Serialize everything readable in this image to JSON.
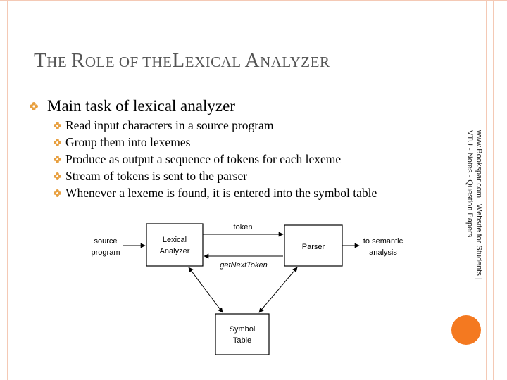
{
  "slide": {
    "title": {
      "first": "T",
      "small_1": "HE ",
      "r": "R",
      "small_2": "OLE OF THE",
      "l": "L",
      "small_3": "EXICAL ",
      "a": "A",
      "small_4": "NALYZER"
    },
    "main_bullet": "Main task of lexical analyzer",
    "sub_bullets": [
      "Read input characters in a source program",
      "Group them into lexemes",
      "Produce as output a sequence of tokens for each lexeme",
      "Stream of tokens is sent to the parser",
      "Whenever a lexeme is found, it is entered into the symbol table"
    ],
    "side_note": "www.Bookspar.com | Website for Students | VTU - Notes - Question Papers"
  },
  "diagram": {
    "source_program_line1": "source",
    "source_program_line2": "program",
    "lexical_analyzer_line1": "Lexical",
    "lexical_analyzer_line2": "Analyzer",
    "parser": "Parser",
    "token": "token",
    "get_next_token": "getNextToken",
    "to_semantic_line1": "to semantic",
    "to_semantic_line2": "analysis",
    "symbol_line1": "Symbol",
    "symbol_line2": "Table"
  },
  "colors": {
    "accent": "#f47920",
    "border": "#f4c9b5",
    "title": "#555555"
  },
  "icons": {
    "bullet": "four-petal-flower-icon"
  }
}
